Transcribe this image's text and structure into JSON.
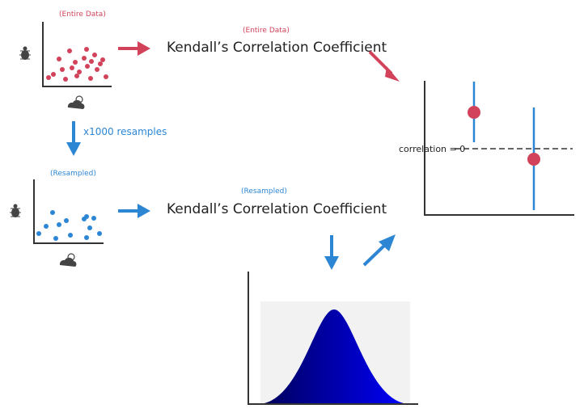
{
  "top": {
    "panel_caption": "(Entire Data)",
    "method_caption": "(Entire Data)",
    "method_title": "Kendall’s Correlation Coefficient"
  },
  "resample": {
    "label": "x1000 resamples"
  },
  "bottom": {
    "panel_caption": "(Resampled)",
    "method_caption": "(Resampled)",
    "method_title": "Kendall’s Correlation Coefficient"
  },
  "result_plot": {
    "reference_label": "correlation = 0"
  },
  "colors": {
    "red": "#d2435b",
    "blue": "#2d86d4",
    "axis": "#333333",
    "icon": "#444444",
    "dist_dark": "#000060",
    "dist_light": "#0000ff"
  },
  "icons": [
    "bug-icon",
    "weather-icon",
    "arrow-right-icon",
    "arrow-down-icon",
    "arrow-diagonal-icon"
  ]
}
